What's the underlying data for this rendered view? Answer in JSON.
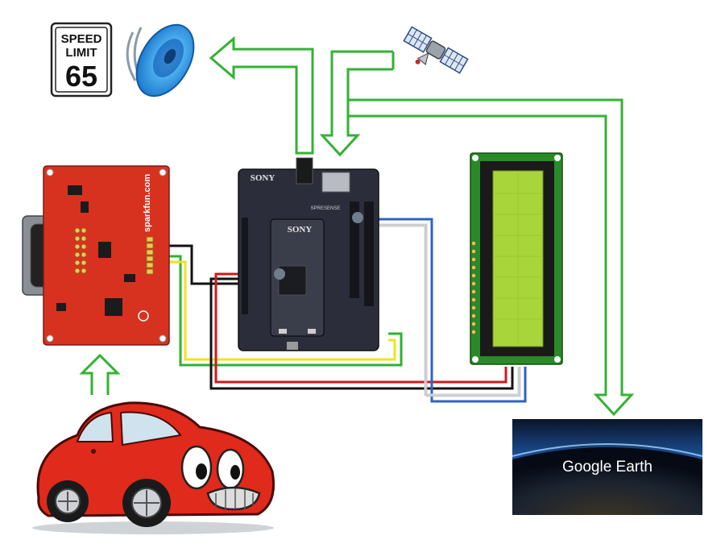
{
  "speed_sign": {
    "line1": "SPEED",
    "line2": "LIMIT",
    "value": "65"
  },
  "spresense": {
    "brand_main": "SONY",
    "brand_module": "SONY",
    "model": "SPRESENSE"
  },
  "gps_board": {
    "brand": "sparkfun.com"
  },
  "google_earth": {
    "label": "Google Earth"
  },
  "colors": {
    "arrow": "#33b233",
    "wire_black": "#111111",
    "wire_red": "#cc1a1a",
    "wire_yellow": "#f2e21c",
    "wire_green": "#2fb22f",
    "wire_blue": "#2e63c6",
    "wire_white": "#d9d9d9",
    "board_red": "#d7321f",
    "board_dark": "#2b2e3a",
    "lcd_green": "#a8d63a"
  },
  "icons": [
    "satellite-icon",
    "sound-speaker-icon",
    "car-illustration",
    "speed-limit-sign"
  ]
}
